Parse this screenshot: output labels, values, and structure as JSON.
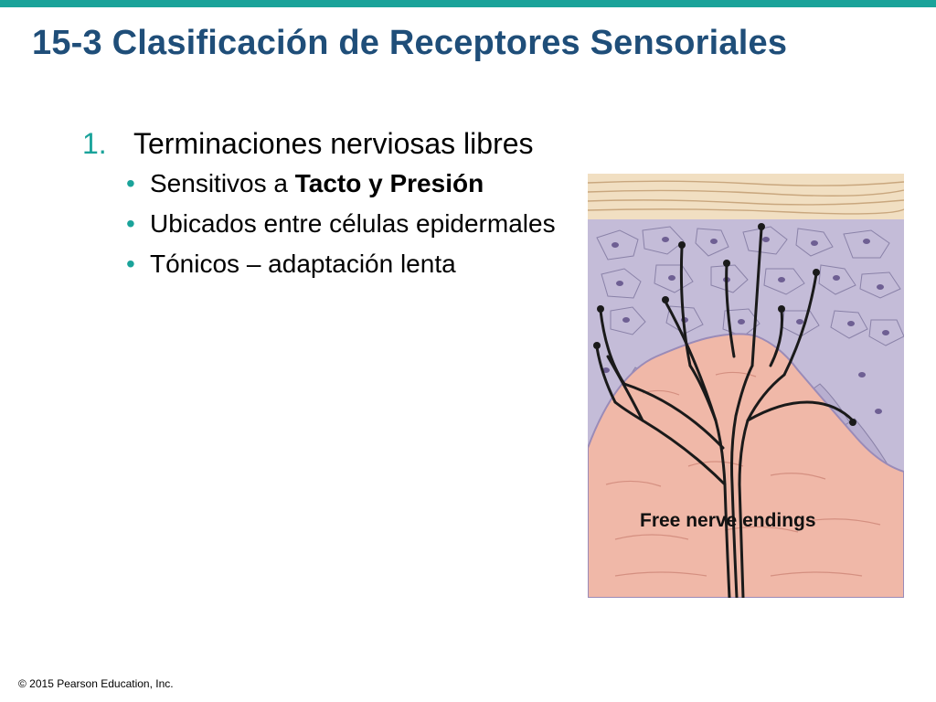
{
  "slide": {
    "title": "15-3 Clasificación de Receptores Sensoriales",
    "item1": {
      "number": "1.",
      "text": "Terminaciones nerviosas libres"
    },
    "bullets": [
      {
        "prefix": "Sensitivos a ",
        "bold": "Tacto y Presión"
      },
      {
        "text": "Ubicados entre células epidermales"
      },
      {
        "text": "Tónicos – adaptación lenta"
      }
    ],
    "bullet_glyph": "•",
    "figure_caption": "Free nerve endings",
    "footer": "© 2015 Pearson Education, Inc."
  },
  "colors": {
    "accent": "#1aa39a",
    "title": "#1f4e79",
    "epidermis": "#c4bcd8",
    "dermis": "#f0b8a8",
    "nerve": "#1a1a1a"
  }
}
